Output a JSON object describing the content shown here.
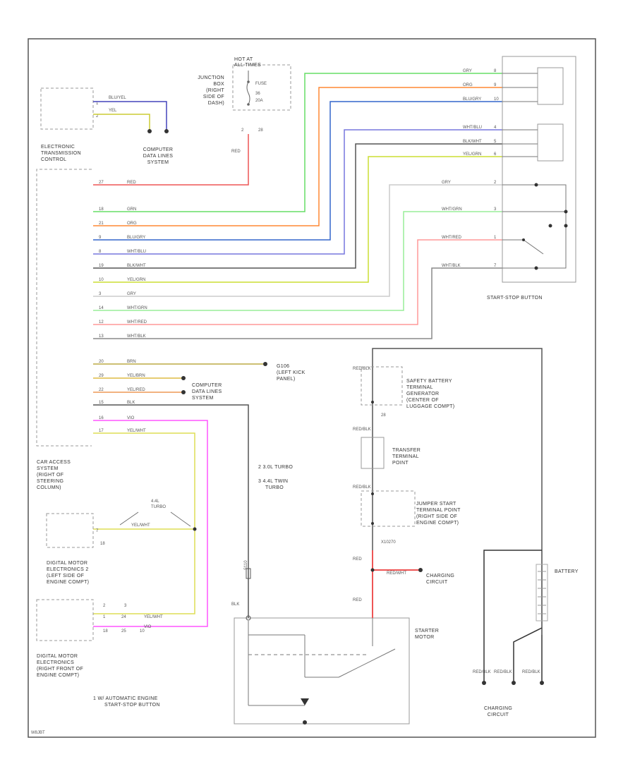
{
  "components": {
    "hot_at_all_times": [
      "HOT AT",
      "ALL TIMES"
    ],
    "junction_box": [
      "JUNCTION",
      "BOX",
      "(RIGHT",
      "SIDE OF",
      "DASH)"
    ],
    "fuse": [
      "FUSE",
      "36",
      "20A"
    ],
    "etc": [
      "ELECTRONIC",
      "TRANSMISSION",
      "CONTROL"
    ],
    "cdl_system_1": [
      "COMPUTER",
      "DATA LINES",
      "SYSTEM"
    ],
    "cdl_system_2": [
      "COMPUTER",
      "DATA LINES",
      "SYSTEM"
    ],
    "cas": [
      "CAR ACCESS",
      "SYSTEM",
      "(RIGHT OF",
      "STEERING",
      "COLUMN)"
    ],
    "dme2": [
      "DIGITAL MOTOR",
      "ELECTRONICS 2",
      "(LEFT SIDE OF",
      "ENGINE COMPT)"
    ],
    "dme": [
      "DIGITAL MOTOR",
      "ELECTRONICS",
      "(RIGHT FRONT OF",
      "ENGINE COMPT)"
    ],
    "start_stop_button": "START-STOP BUTTON",
    "g106": [
      "G106",
      "(LEFT KICK",
      "PANEL)"
    ],
    "safety_battery": [
      "SAFETY BATTERY",
      "TERMINAL",
      "GENERATOR",
      "(CENTER OF",
      "LUGGAGE COMPT)"
    ],
    "transfer_point": [
      "TRANSFER",
      "TERMINAL",
      "POINT"
    ],
    "jumper_point": [
      "JUMPER START",
      "TERMINAL POINT",
      "(RIGHT SIDE OF",
      "ENGINE COMPT)"
    ],
    "charging_circuit_1": [
      "CHARGING",
      "CIRCUIT"
    ],
    "charging_circuit_2": [
      "CHARGING",
      "CIRCUIT"
    ],
    "starter_motor": [
      "STARTER",
      "MOTOR"
    ],
    "battery": "BATTERY"
  },
  "notes": {
    "n1": "1   W/ AUTOMATIC ENGINE",
    "n1b": "START-STOP BUTTON",
    "n2": "2   3.0L TURBO",
    "n3": [
      "3   4.4L TWIN",
      "TURBO"
    ],
    "turbo": [
      "4.4L",
      "TURBO"
    ],
    "diagram_id": "W8JBT"
  },
  "wires": {
    "top_right": [
      "GRY",
      "ORG",
      "BLU/GRY",
      "WHT/BLU",
      "BLK/WHT",
      "YEL/GRN"
    ],
    "button_right": [
      "GRY",
      "WHT/GRN",
      "WHT/RED",
      "WHT/BLK"
    ],
    "cas_list": [
      "RED",
      "GRN",
      "ORG",
      "BLU/GRY",
      "WHT/BLU",
      "BLK/WHT",
      "YEL/GRN",
      "GRY",
      "WHT/GRN",
      "WHT/RED",
      "WHT/BLK",
      "BRN",
      "YEL/BRN",
      "YEL/RED",
      "BLK",
      "VIO",
      "YEL/WHT"
    ],
    "etc": [
      "BLU/YEL",
      "YEL"
    ],
    "misc": {
      "red": "RED",
      "vio": "VIO",
      "yel_wht": "YEL/WHT",
      "blk": "BLK",
      "red_wht": "RED/WHT",
      "red_blk": "RED/BLK",
      "red_blk_s": "RED/BLK",
      "sp": "S110",
      "ground": "X10270"
    }
  },
  "pins": {
    "fuse": [
      "2",
      "28"
    ],
    "cas": [
      "27",
      "",
      "18",
      "",
      "21",
      "9",
      "8",
      "",
      "19",
      "",
      "10",
      "",
      "3",
      "",
      "14",
      "",
      "12",
      "",
      "13",
      "",
      "20",
      "",
      "8",
      "15",
      "16",
      "",
      "17",
      "",
      "18",
      "",
      "1",
      "29",
      "",
      "",
      "",
      "18"
    ],
    "cas_simple": [
      "27",
      "18",
      "21",
      "9",
      "8",
      "19",
      "10",
      "3",
      "14",
      "12",
      "13",
      "20",
      "29",
      "22",
      "15",
      "16",
      "17",
      "18",
      "1",
      "18"
    ],
    "etc": [
      "1",
      "2"
    ],
    "dme2": [
      "7",
      "18"
    ],
    "dme": [
      "2",
      "3",
      "1",
      "10",
      "10",
      "18",
      "24",
      "25"
    ],
    "button_top": [
      "8",
      "9",
      "10",
      "4",
      "5",
      "6"
    ],
    "button_low": [
      "2",
      "3",
      "1",
      "7"
    ],
    "safety_num": "28"
  }
}
